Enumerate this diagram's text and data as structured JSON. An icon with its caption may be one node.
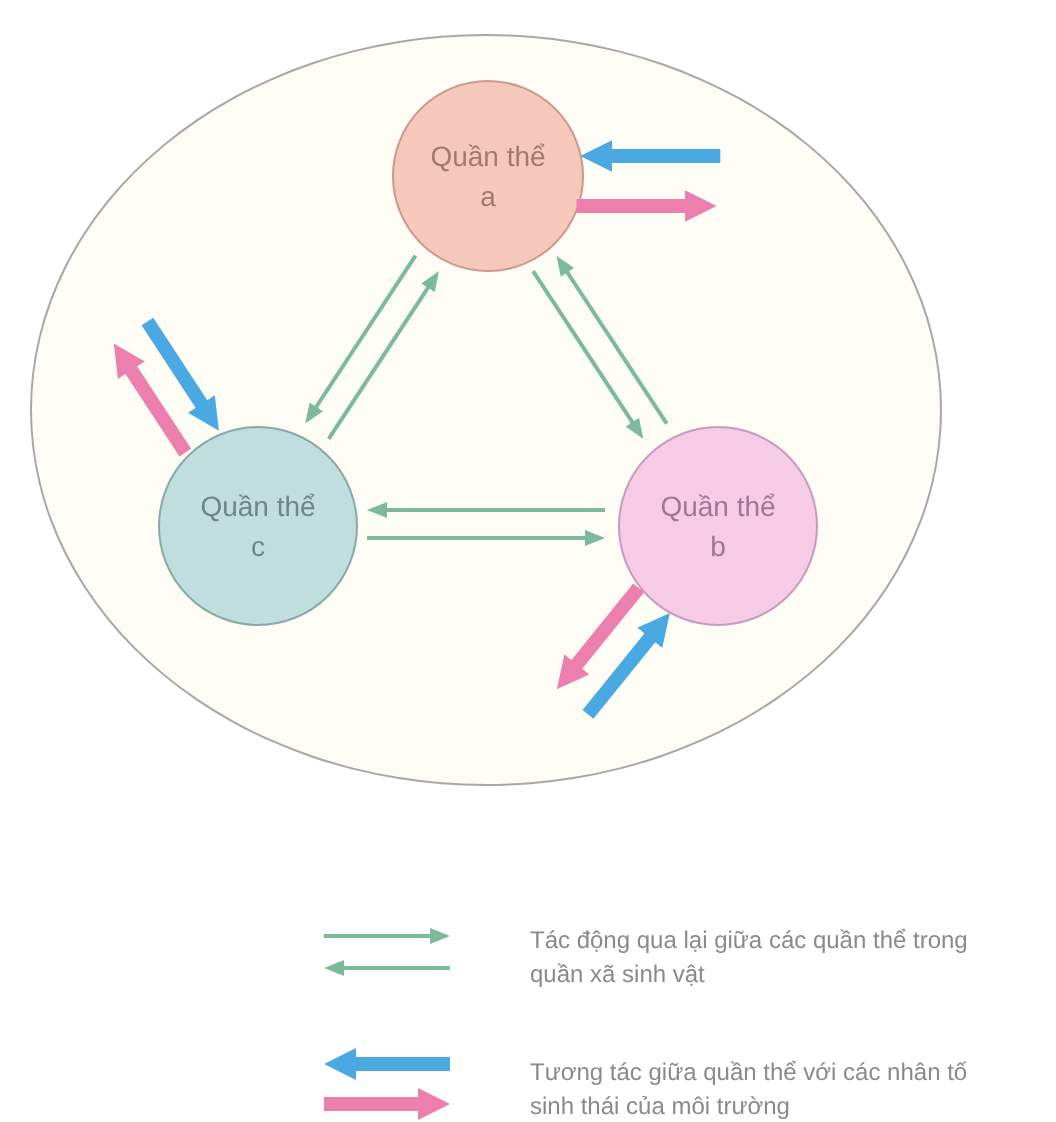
{
  "diagram": {
    "nodes": [
      {
        "text": [],
        "shape": "circle"
      },
      {
        "text": [
          "Quần thể a"
        ],
        "in": 0
      },
      {
        "text": [
          "Quần thể c"
        ],
        "in": 0
      },
      {
        "text": [
          "Quần thể b"
        ],
        "in": 0
      }
    ],
    "edges": [
      {
        "from": 1,
        "to": 2,
        "arrow": "to"
      },
      {
        "from": 2,
        "to": 1,
        "arrow": "to"
      },
      {
        "from": 1,
        "to": 3,
        "arrow": "to"
      },
      {
        "from": 3,
        "to": 1,
        "arrow": "to"
      },
      {
        "from": 2,
        "to": 3,
        "arrow": "to"
      },
      {
        "from": 3,
        "to": 2,
        "arrow": "to"
      },
      {
        "from": null,
        "to": 1,
        "arrow": "to",
        "style": "thick",
        "color": "#4aa8e2"
      },
      {
        "from": 1,
        "to": null,
        "arrow": "to",
        "style": "thick",
        "color": "#ec7fae"
      },
      {
        "from": null,
        "to": 2,
        "arrow": "to",
        "style": "thick",
        "color": "#4aa8e2"
      },
      {
        "from": 2,
        "to": null,
        "arrow": "to",
        "style": "thick",
        "color": "#ec7fae"
      },
      {
        "from": 3,
        "to": null,
        "arrow": "to",
        "style": "thick",
        "color": "#ec7fae"
      },
      {
        "from": null,
        "to": 3,
        "arrow": "to",
        "style": "thick",
        "color": "#4aa8e2"
      }
    ],
    "legend": [
      {
        "text": "Tác động qua lại giữa các quần thể trong quần xã sinh vật"
      },
      {
        "text": "Tương tác giữa quần thể với các nhân tố sinh thái của môi trường"
      }
    ]
  }
}
